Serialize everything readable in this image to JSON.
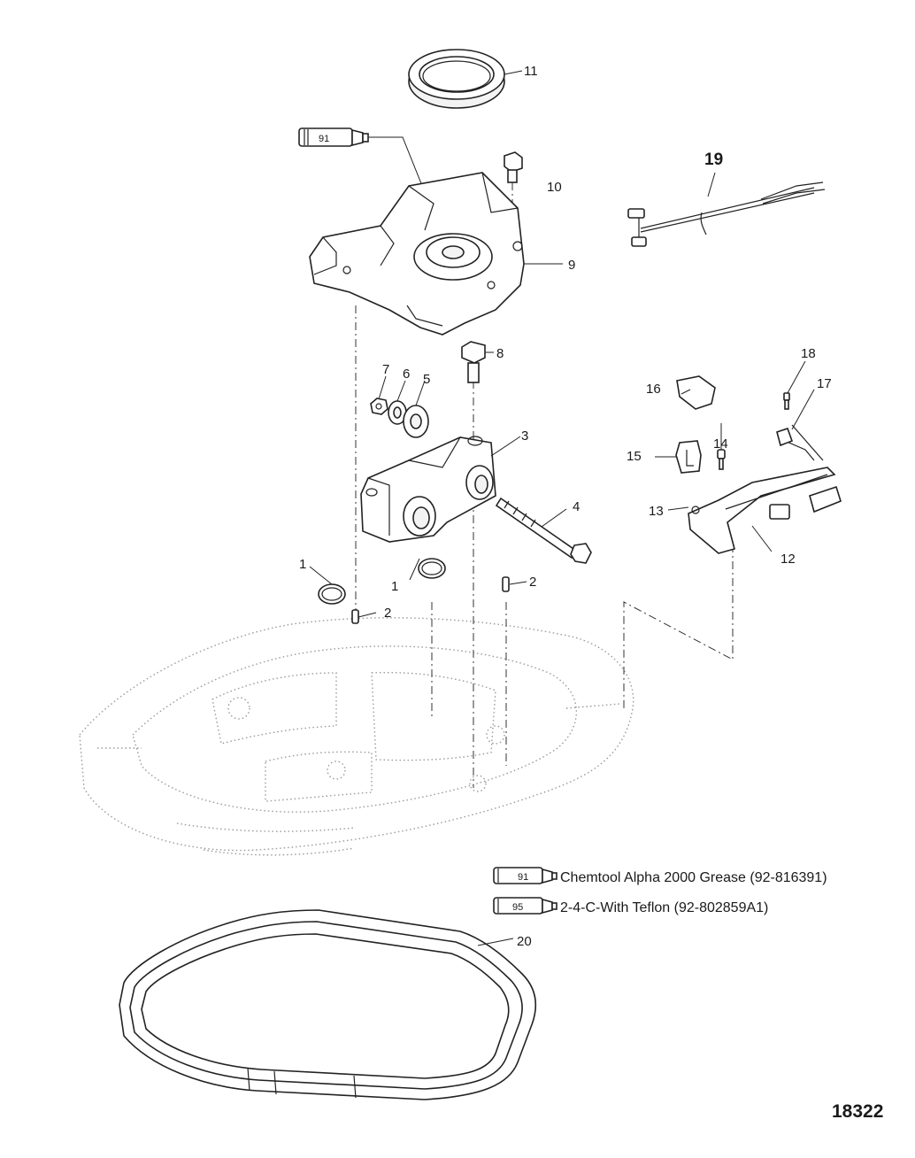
{
  "figure_number": "18322",
  "callouts": {
    "c1a": "1",
    "c1b": "1",
    "c2a": "2",
    "c2b": "2",
    "c3": "3",
    "c4": "4",
    "c5": "5",
    "c6": "6",
    "c7": "7",
    "c8": "8",
    "c9": "9",
    "c10": "10",
    "c11": "11",
    "c12": "12",
    "c13": "13",
    "c14": "14",
    "c15": "15",
    "c16": "16",
    "c17": "17",
    "c18": "18",
    "c19": "19",
    "c20": "20"
  },
  "tube_labels": {
    "top": "91",
    "legend1": "91",
    "legend2": "95"
  },
  "legend": [
    {
      "code": "91",
      "text": "Chemtool Alpha 2000 Grease (92-816391)"
    },
    {
      "code": "95",
      "text": "2-4-C-With Teflon (92-802859A1)"
    }
  ],
  "colors": {
    "line": "#222222",
    "phantom": "#9a9a9a",
    "background": "#ffffff"
  }
}
